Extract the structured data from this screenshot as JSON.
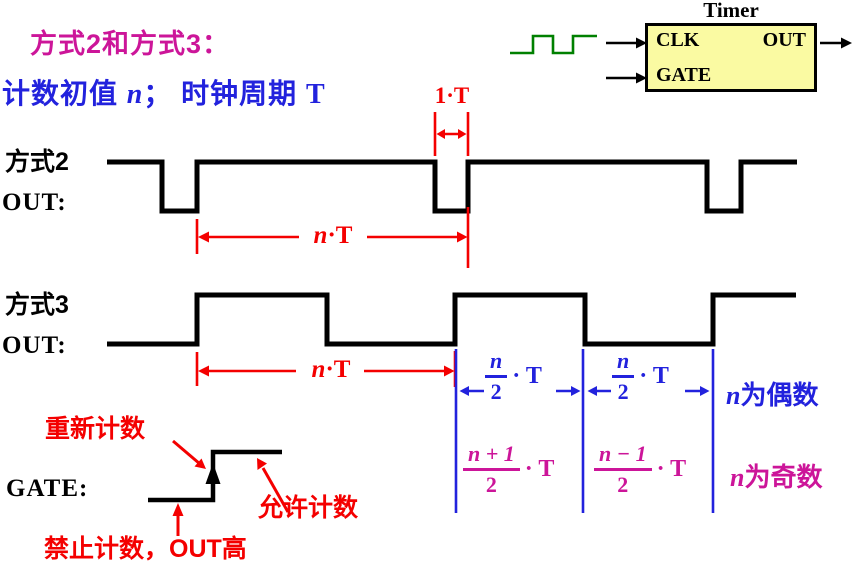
{
  "colors": {
    "magenta": "#cc1599",
    "blue": "#2222dd",
    "red": "#f40000",
    "green": "#008000",
    "timer_fill": "#fafaa2",
    "waveform": "#000000"
  },
  "header": {
    "title": "方式2和方式3：",
    "subtitle": {
      "label1": "计数初值",
      "var1": "n",
      "separator": "；",
      "label2": "时钟周期",
      "var2": "T"
    }
  },
  "timer": {
    "title": "Timer",
    "clk": "CLK",
    "out": "OUT",
    "gate": "GATE"
  },
  "mode2": {
    "name": "方式2",
    "out_label": "OUT:",
    "period_var": "n",
    "period_unit": "·T",
    "pulse_width": "1·T"
  },
  "mode3": {
    "name": "方式3",
    "out_label": "OUT:",
    "period_var": "n",
    "period_unit": "·T",
    "even": {
      "f1_num": "n",
      "f1_den": "2",
      "f1_unit": "· T",
      "f2_num": "n",
      "f2_den": "2",
      "f2_unit": "· T",
      "note_var": "n",
      "note_text": "为偶数"
    },
    "odd": {
      "f1_num": "n + 1",
      "f1_den": "2",
      "f1_unit": "· T",
      "f2_num": "n − 1",
      "f2_den": "2",
      "f2_unit": "· T",
      "note_var": "n",
      "note_text": "为奇数"
    }
  },
  "gate": {
    "label": "GATE:",
    "restart": "重新计数",
    "enable": "允许计数",
    "disable": "禁止计数，OUT高"
  }
}
